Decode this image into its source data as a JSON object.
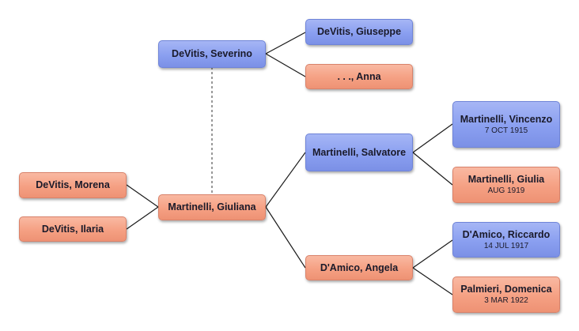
{
  "colors": {
    "male": "#8a9ff0",
    "female": "#f5a083",
    "line": "#1a1a1a"
  },
  "people": {
    "severino": {
      "name": "DeVitis, Severino",
      "gender": "male"
    },
    "giuseppe": {
      "name": "DeVitis, Giuseppe",
      "gender": "male"
    },
    "anna": {
      "name": ". . ., Anna",
      "gender": "female"
    },
    "morena": {
      "name": "DeVitis, Morena",
      "gender": "female"
    },
    "ilaria": {
      "name": "DeVitis, Ilaria",
      "gender": "female"
    },
    "giuliana": {
      "name": "Martinelli, Giuliana",
      "gender": "female"
    },
    "salvatore": {
      "name": "Martinelli, Salvatore",
      "gender": "male"
    },
    "angela": {
      "name": "D'Amico, Angela",
      "gender": "female"
    },
    "vincenzo": {
      "name": "Martinelli, Vincenzo",
      "date": "7 OCT 1915",
      "gender": "male"
    },
    "giulia": {
      "name": "Martinelli, Giulia",
      "date": "AUG 1919",
      "gender": "female"
    },
    "riccardo": {
      "name": "D'Amico, Riccardo",
      "date": "14 JUL 1917",
      "gender": "male"
    },
    "domenica": {
      "name": "Palmieri, Domenica",
      "date": "3 MAR 1922",
      "gender": "female"
    }
  }
}
